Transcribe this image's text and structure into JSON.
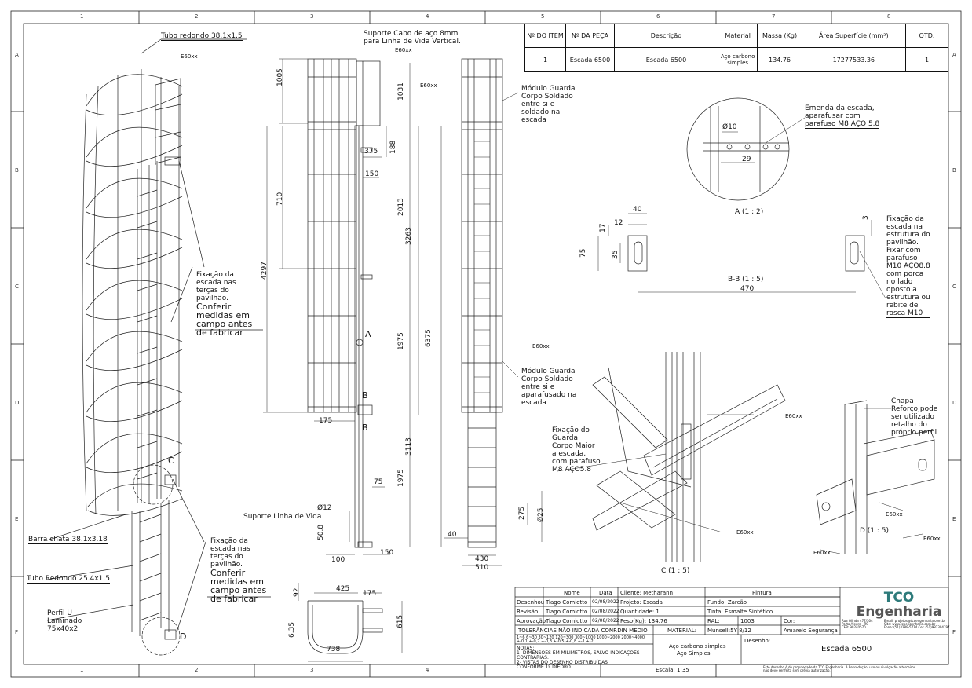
{
  "grid": {
    "columns": [
      "1",
      "2",
      "3",
      "4",
      "5",
      "6",
      "7",
      "8"
    ],
    "rows": [
      "A",
      "B",
      "C",
      "D",
      "E",
      "F"
    ]
  },
  "bom": {
    "headers": [
      "Nº DO ITEM",
      "Nº DA PEÇA",
      "Descrição",
      "Material",
      "Massa (Kg)",
      "Área Superfície (mm²)",
      "QTD."
    ],
    "row": [
      "1",
      "Escada 6500",
      "Escada 6500",
      "Aço carbono simples",
      "134.76",
      "17277533.36",
      "1"
    ]
  },
  "iso_labels": {
    "tubo_redondo_top": "Tubo redondo 38.1x1.5",
    "weld_e60": "E60xx",
    "fixacao_top": [
      "Fixação da",
      "escada nas",
      "terças do",
      "pavilhão.",
      "Conferir",
      "medidas em",
      "campo antes",
      "de fabricar"
    ],
    "barra_chata": "Barra chata 38.1x3.18",
    "tubo_redondo_bottom": "Tubo Redondo 25.4x1.5",
    "perfil_u": [
      "Perfil U",
      "Laminado",
      "75x40x2"
    ],
    "fixacao_bottom": [
      "Fixação da",
      "escada nas",
      "terças do",
      "pavilhão.",
      "Conferir",
      "medidas em",
      "campo antes",
      "de fabricar"
    ],
    "detail_c": "C",
    "detail_d": "D"
  },
  "side_view": {
    "suporte_cabo": [
      "Suporte Cabo de aço 8mm",
      "para Linha de Vida Vertical."
    ],
    "suporte_linha": "Suporte Linha de Vida",
    "dims": {
      "d1005": "1005",
      "d710": "710",
      "d4297": "4297",
      "d175": "175",
      "d375": "375",
      "d150": "150",
      "d188": "188",
      "d1031": "1031",
      "d2013": "2013",
      "d3263": "3263",
      "d1975a": "1975",
      "d6375": "6375",
      "d3113": "3113",
      "d1975b": "1975",
      "d75": "75",
      "d12": "Ø12",
      "d508": "50.8",
      "d100": "100",
      "d150b": "150"
    },
    "section_a": "A",
    "section_b1": "B",
    "section_b2": "B"
  },
  "front_view": {
    "modulo1": [
      "Módulo Guarda",
      "Corpo Soldado",
      "entre si e",
      "soldado na",
      "escada"
    ],
    "modulo2": [
      "Módulo Guarda",
      "Corpo Soldado",
      "entre si e",
      "aparafusado na",
      "escada"
    ],
    "dims": {
      "d275": "275",
      "d25": "Ø25",
      "d40": "40",
      "d430": "430",
      "d510": "510"
    }
  },
  "top_view": {
    "dims": {
      "d92": "92",
      "d425": "425",
      "d175": "175",
      "d635": "6.35",
      "d615": "615",
      "d738": "738"
    }
  },
  "detail_a": {
    "note": [
      "Emenda da escada,",
      "aparafusar com",
      "parafuso M8 AÇO 5.8"
    ],
    "d10": "Ø10",
    "d29": "29",
    "caption": "A (1 : 2)"
  },
  "section_bb": {
    "dims": {
      "d40": "40",
      "d12": "12",
      "d17": "17",
      "d35": "35",
      "d75": "75",
      "d3": "3",
      "d470": "470"
    },
    "caption": "B-B (1 : 5)",
    "note": [
      "Fixação da",
      "escada na",
      "estrutura do",
      "pavilhão.",
      "Fixar com",
      "parafuso",
      "M10 AÇO8.8",
      "com porca",
      "no lado",
      "oposto a",
      "estrutura ou",
      "rebite de",
      "rosca M10"
    ]
  },
  "detail_c": {
    "note": [
      "Fixação do",
      "Guarda",
      "Corpo Maior",
      "a escada,",
      "com parafuso",
      "M8 AÇO5.8"
    ],
    "caption": "C (1 : 5)"
  },
  "detail_d": {
    "note": [
      "Chapa",
      "Reforço,pode",
      "ser utilizado",
      "retalho do",
      "próprio perfil"
    ],
    "caption": "D (1 : 5)"
  },
  "title_block": {
    "hdr_nome": "Nome",
    "hdr_data": "Data",
    "desenhou_lbl": "Desenhou",
    "desenhou_nome": "Tiago Comiotto",
    "desenhou_data": "02/08/2022",
    "revisou_lbl": "Revisão",
    "revisou_nome": "Tiago Comiotto",
    "revisou_data": "02/08/2022",
    "aprovou_lbl": "Aprovação",
    "aprovou_nome": "Tiago Comiotto",
    "aprovou_data": "02/08/2022",
    "cliente": "Cliente: Metharann",
    "projeto": "Projeto: Escada",
    "quantidade": "Quantidade: 1",
    "peso": "Peso(Kg): 134.76",
    "pintura": "Pintura",
    "fundo": "Fundo: Zarcão",
    "tinta": "Tinta: Esmalte Sintético",
    "ral_lbl": "RAL:",
    "ral": "1003",
    "cor_lbl": "Cor:",
    "munsell": "Munsell:5Y 8/12",
    "cor": "Amarelo Segurança",
    "tolerancias": "TOLERÂNCIAS NÃO INDICADA CONF.DIN MEDIO",
    "material_lbl": "MATERIAL:",
    "tol_ranges": [
      "1~6",
      "6~30",
      "30~120",
      "120~300",
      "300~1000",
      "1000~2000",
      "2000~4000"
    ],
    "tol_values": [
      "+-0,1",
      "+-0,2",
      "+-0,3",
      "+-0,5",
      "+-0,8",
      "+-1",
      "+-2"
    ],
    "notas_lbl": "NOTAS:",
    "notas": [
      "1- DIMENSÕES EM MILÍMETROS, SALVO INDICAÇÕES",
      "CONTRÁRIAS.",
      "2- VISTAS DO DESENHO DISTRIBUÍDAS",
      "CONFORME 1º DIEDRO."
    ],
    "material": [
      "Aço carbono simples",
      "Aço Simples"
    ],
    "desenho_lbl": "Desenho:",
    "desenho": "Escada 6500",
    "escala": "Escala: 1:35",
    "company1": "TCO",
    "company2": "Engenharia",
    "addr": [
      "Rua Olinda 477/304",
      "Porto Alegre - RS",
      "CEP: 90240570"
    ],
    "contact": [
      "Email: projetos@tcoengenharia.com.br",
      "Site: www.tcoengenharia.com.br",
      "Fone: (51)3289-5774 Cel: (51)982394797"
    ],
    "disclaimer": [
      "Este desenho é de propriedade da TCO Engenharia. A Reprodução, uso ou divulgação a terceiros",
      "não deve ser feita sem prévia autorização."
    ]
  }
}
